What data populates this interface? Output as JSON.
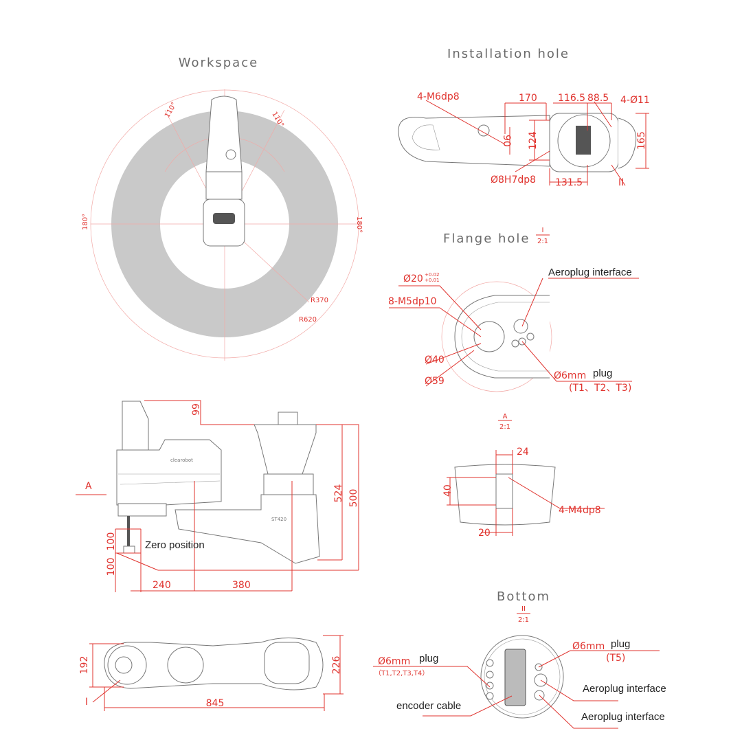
{
  "titles": {
    "workspace": "Workspace",
    "installation": "Installation hole",
    "flange": "Flange hole",
    "flange_scale_view": "I",
    "flange_scale": "2:1",
    "a_view": "A",
    "a_scale": "2:1",
    "bottom": "Bottom",
    "bottom_view": "II",
    "bottom_scale": "2:1"
  },
  "workspace": {
    "angle_left": "110°",
    "angle_right": "110°",
    "side_left": "180°",
    "side_right": "180°",
    "inner_radius": "R370",
    "outer_radius": "R620"
  },
  "installation": {
    "thread": "4-M6dp8",
    "d170": "170",
    "d116": "116.5",
    "d88": "88.5",
    "holes": "4-Ø11",
    "d90": "90",
    "d124": "124",
    "d165": "165",
    "pin": "Ø8H7dp8",
    "d131": "131.5",
    "view_ref": "II"
  },
  "flange": {
    "bore": "Ø20",
    "tol_upper": "+0.02",
    "tol_lower": "+0.01",
    "thread": "8-M5dp10",
    "aeroplug": "Aeroplug interface",
    "d40": "Ø40",
    "d59": "Ø59",
    "plug_size": "Ø6mm",
    "plug_label": "plug",
    "plug_ids": "(T1、T2、T3)"
  },
  "a_view": {
    "d24": "24",
    "d40": "40",
    "thread": "4-M4dp8",
    "d20": "20"
  },
  "side": {
    "d99": "99",
    "arrow_a": "A",
    "d524": "524",
    "d500": "500",
    "zero": "Zero position",
    "d100a": "100",
    "d100b": "100",
    "d240": "240",
    "d380": "380",
    "brand": "clearobot",
    "model": "ST420"
  },
  "top": {
    "d192": "192",
    "d226": "226",
    "d845": "845",
    "view_ref": "I"
  },
  "bottom": {
    "plug_size": "Ø6mm",
    "plug_label": "plug",
    "plug_ids": "（T1,T2,T3,T4）",
    "encoder": "encoder cable",
    "plug5_size": "Ø6mm",
    "plug5_label": "plug",
    "plug5_ids": "(T5)",
    "aeroplug1": "Aeroplug interface",
    "aeroplug2": "Aeroplug interface"
  },
  "colors": {
    "dimension": "#e0332e",
    "workspace_fill": "#c9c9c9"
  }
}
